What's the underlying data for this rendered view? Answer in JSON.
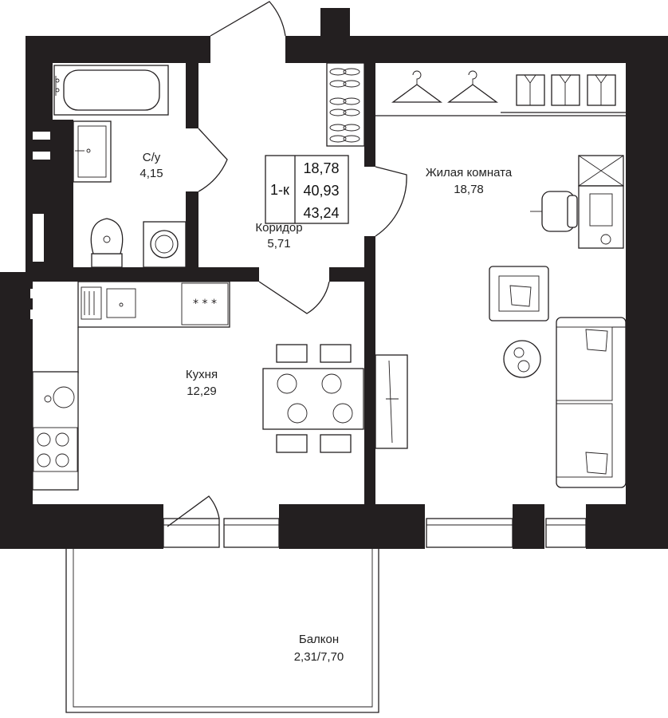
{
  "rooms": {
    "bathroom": {
      "name": "С/у",
      "area": "4,15"
    },
    "corridor": {
      "name": "Коридор",
      "area": "5,71"
    },
    "living": {
      "name": "Жилая комната",
      "area": "18,78"
    },
    "kitchen": {
      "name": "Кухня",
      "area": "12,29"
    },
    "balcony": {
      "name": "Балкон",
      "area": "2,31/7,70"
    }
  },
  "summary": {
    "type": "1-к",
    "living_area": "18,78",
    "total_area": "40,93",
    "total_with_balcony": "43,24"
  },
  "icons": [
    "bathtub-icon",
    "sink-icon",
    "toilet-icon",
    "washing-machine-icon",
    "shoe-rack-icon",
    "hanger-icon",
    "shirt-icon",
    "desk-icon",
    "office-chair-icon",
    "armchair-icon",
    "coffee-table-icon",
    "sofa-icon",
    "kitchen-sink-icon",
    "hob-icon",
    "dining-table-icon",
    "tv-stand-icon"
  ]
}
